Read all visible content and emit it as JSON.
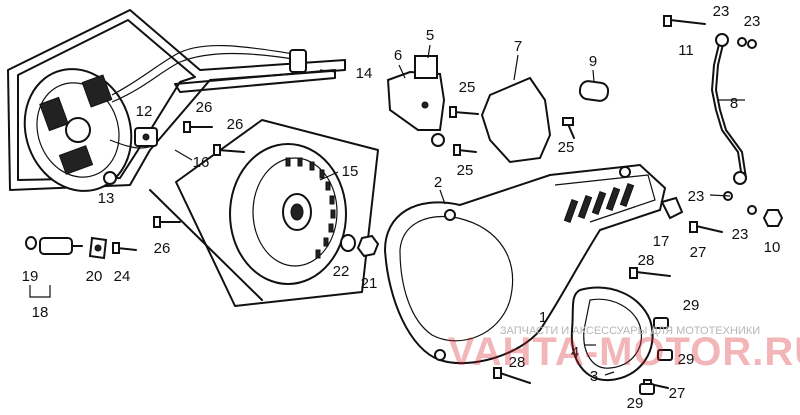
{
  "callouts": [
    {
      "id": "1",
      "text": "1"
    },
    {
      "id": "2",
      "text": "2"
    },
    {
      "id": "3",
      "text": "3"
    },
    {
      "id": "4",
      "text": "4"
    },
    {
      "id": "5",
      "text": "5"
    },
    {
      "id": "6",
      "text": "6"
    },
    {
      "id": "7",
      "text": "7"
    },
    {
      "id": "8",
      "text": "8"
    },
    {
      "id": "9",
      "text": "9"
    },
    {
      "id": "10",
      "text": "10"
    },
    {
      "id": "11",
      "text": "11"
    },
    {
      "id": "12",
      "text": "12"
    },
    {
      "id": "13",
      "text": "13"
    },
    {
      "id": "14",
      "text": "14"
    },
    {
      "id": "15",
      "text": "15"
    },
    {
      "id": "16",
      "text": "16"
    },
    {
      "id": "17",
      "text": "17"
    },
    {
      "id": "18",
      "text": "18"
    },
    {
      "id": "19",
      "text": "19"
    },
    {
      "id": "20",
      "text": "20"
    },
    {
      "id": "21",
      "text": "21"
    },
    {
      "id": "22",
      "text": "22"
    },
    {
      "id": "23a",
      "text": "23"
    },
    {
      "id": "23b",
      "text": "23"
    },
    {
      "id": "23c",
      "text": "23"
    },
    {
      "id": "23d",
      "text": "23"
    },
    {
      "id": "24",
      "text": "24"
    },
    {
      "id": "25a",
      "text": "25"
    },
    {
      "id": "25b",
      "text": "25"
    },
    {
      "id": "25c",
      "text": "25"
    },
    {
      "id": "26a",
      "text": "26"
    },
    {
      "id": "26b",
      "text": "26"
    },
    {
      "id": "26c",
      "text": "26"
    },
    {
      "id": "27a",
      "text": "27"
    },
    {
      "id": "27b",
      "text": "27"
    },
    {
      "id": "28a",
      "text": "28"
    },
    {
      "id": "28b",
      "text": "28"
    },
    {
      "id": "29a",
      "text": "29"
    },
    {
      "id": "29b",
      "text": "29"
    },
    {
      "id": "29c",
      "text": "29"
    }
  ],
  "watermark": {
    "tagline": "ЗАПЧАСТИ И АКСЕССУАРЫ ДЛЯ МОТОТЕХНИКИ",
    "site": "VAHTA-MOTOR.RU",
    "color": "#d81f26"
  }
}
